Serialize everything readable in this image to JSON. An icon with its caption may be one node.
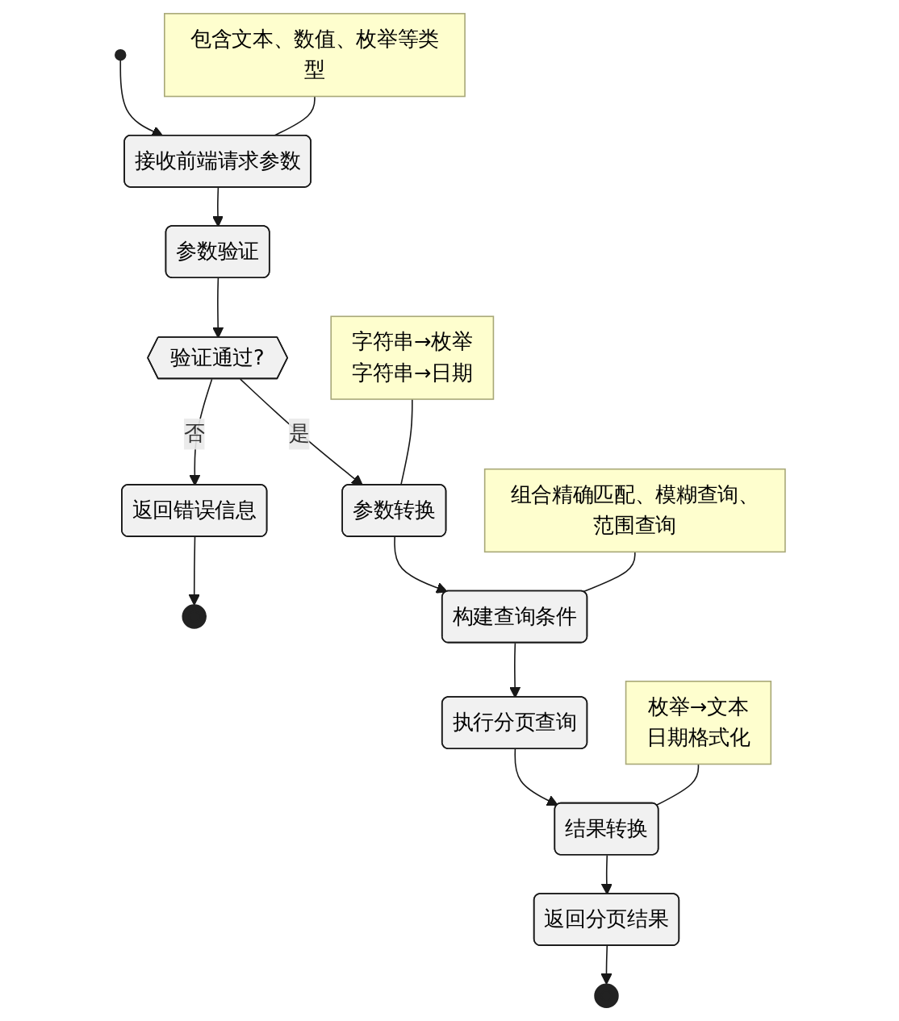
{
  "diagram": {
    "nodes": [
      {
        "text": [],
        "shape": "circle"
      },
      {
        "text": [
          "接收前端请求参数"
        ]
      },
      {
        "text": [
          "包含文本、数值、枚举等类型"
        ]
      },
      {
        "text": [
          "参数验证"
        ]
      },
      {
        "text": [
          "验证通过?"
        ]
      },
      {
        "text": [
          "返回错误信息"
        ]
      },
      {
        "text": [],
        "shape": "circle"
      },
      {
        "text": [
          "字符串→枚举",
          "字符串→日期"
        ]
      },
      {
        "text": [
          "参数转换"
        ]
      },
      {
        "text": [
          "组合精确匹配、模糊查询、范围查询"
        ]
      },
      {
        "text": [
          "构建查询条件"
        ]
      },
      {
        "text": [
          "执行分页查询"
        ]
      },
      {
        "text": [
          "枚举→文本",
          "日期格式化"
        ]
      },
      {
        "text": [
          "结果转换"
        ]
      },
      {
        "text": [
          "返回分页结果"
        ]
      },
      {
        "text": [],
        "shape": "circle"
      }
    ],
    "edges": [
      {
        "from": 0,
        "to": 1,
        "arrow": "to"
      },
      {
        "from": 2,
        "to": 1,
        "arrow": "none"
      },
      {
        "from": 1,
        "to": 3,
        "arrow": "to"
      },
      {
        "from": 3,
        "to": 4,
        "arrow": "to"
      },
      {
        "from": 4,
        "to": 8,
        "arrow": "to",
        "label": "是"
      },
      {
        "from": 4,
        "to": 5,
        "arrow": "to",
        "label": "否"
      },
      {
        "from": 5,
        "to": 6,
        "arrow": "to"
      },
      {
        "from": 7,
        "to": 8,
        "arrow": "none"
      },
      {
        "from": 8,
        "to": 10,
        "arrow": "to"
      },
      {
        "from": 9,
        "to": 10,
        "arrow": "none"
      },
      {
        "from": 10,
        "to": 11,
        "arrow": "to"
      },
      {
        "from": 11,
        "to": 13,
        "arrow": "to"
      },
      {
        "from": 12,
        "to": 13,
        "arrow": "none"
      },
      {
        "from": 13,
        "to": 14,
        "arrow": "to"
      },
      {
        "from": 14,
        "to": 15,
        "arrow": "to"
      }
    ]
  }
}
